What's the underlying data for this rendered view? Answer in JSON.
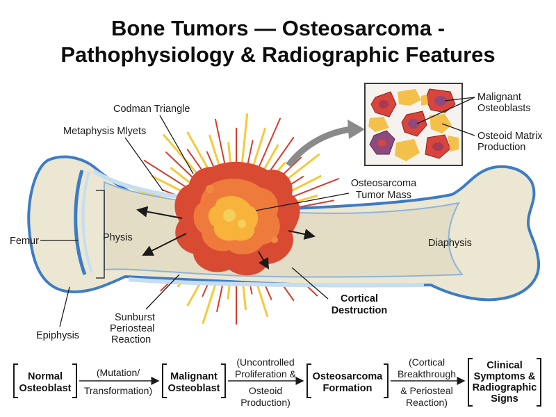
{
  "title": {
    "line1": "Bone Tumors — Osteosarcoma -",
    "line2": "Pathophysiology & Radiographic Features"
  },
  "labels": {
    "codman": "Codman Triangle",
    "metaphysis": "Metaphysis Mlyets",
    "femur": "Femur",
    "physis": "Physis",
    "epiphysis": "Epiphysis",
    "sunburst": [
      "Sunburst",
      "Periosteal",
      "Reaction"
    ],
    "tumor_mass": [
      "Osteosarcoma",
      "Tumor Mass"
    ],
    "diaphysis": "Diaphysis",
    "cortical": [
      "Cortical",
      "Destruction"
    ],
    "malignant_osteoblasts": [
      "Malignant",
      "Osteoblasts"
    ],
    "osteoid_matrix": [
      "Osteoid Matrix",
      "Production"
    ]
  },
  "flow": {
    "stages": [
      [
        "Normal",
        "Osteoblast"
      ],
      [
        "Malignant",
        "Osteoblast"
      ],
      [
        "Osteosarcoma",
        "Formation"
      ],
      [
        "Clinical",
        "Symptoms &",
        "Radiographic",
        "Signs"
      ]
    ],
    "transitions": [
      [
        "(Mutation/",
        "Transformation)"
      ],
      [
        "(Uncontrolled",
        "Proliferation &",
        "Osteoid",
        "Production)"
      ],
      [
        "(Cortical",
        "Breakthrough",
        "& Periosteal",
        "Reaction)"
      ]
    ]
  },
  "colors": {
    "bone_fill": "#ece7d2",
    "bone_outline": "#3d7cc4",
    "cortex_blue": "#c7ddf0",
    "tumor_outer": "#d94a33",
    "tumor_mid": "#ee7a3c",
    "tumor_core": "#f8b33c",
    "ray_red": "#d43c2c",
    "ray_yellow": "#f6c93a",
    "cell_red": "#d8453d",
    "cell_yellow": "#f3c14a",
    "cell_purple": "#8e4a7c"
  }
}
